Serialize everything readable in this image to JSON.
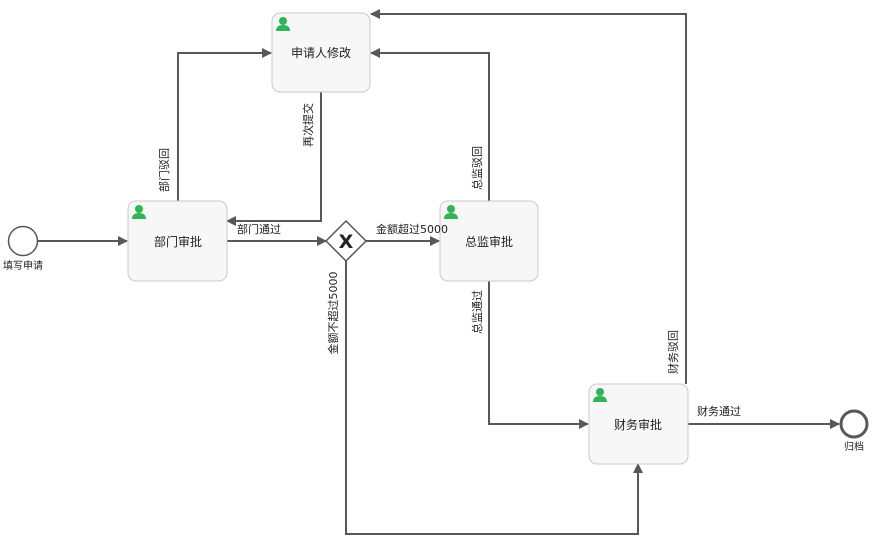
{
  "diagram": {
    "events": {
      "start": {
        "label": "填写申请"
      },
      "end": {
        "label": "归档"
      }
    },
    "tasks": {
      "applicant_modify": {
        "label": "申请人修改"
      },
      "dept_approve": {
        "label": "部门审批"
      },
      "director_approve": {
        "label": "总监审批"
      },
      "finance_approve": {
        "label": "财务审批"
      }
    },
    "gateway": {
      "symbol": "X"
    },
    "flows": {
      "dept_reject": "部门驳回",
      "resubmit": "再次提交",
      "dept_pass": "部门通过",
      "amount_over": "金额超过5000",
      "director_reject": "总监驳回",
      "director_pass": "总监通过",
      "amount_not_over": "金额不超过5000",
      "finance_reject": "财务驳回",
      "finance_pass": "财务通过"
    },
    "colors": {
      "user_icon": "#2fb456",
      "flow_line": "#585858",
      "task_fill": "#f7f7f7",
      "task_stroke": "#c9c9c9"
    }
  }
}
